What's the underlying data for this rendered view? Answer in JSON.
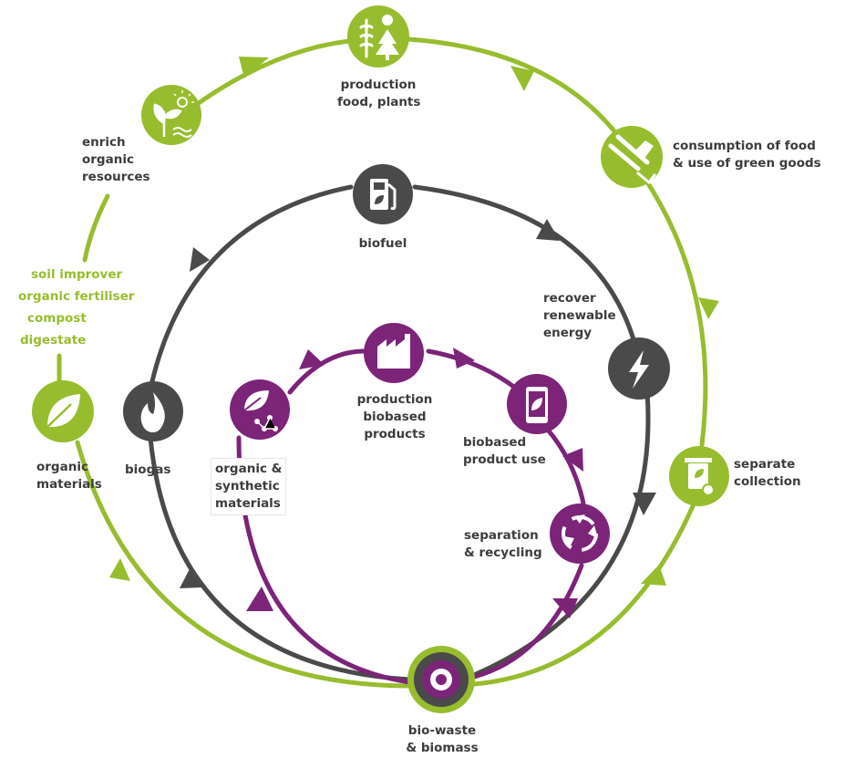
{
  "colors": {
    "green": "#97bd2e",
    "dark": "#4a4a4a",
    "purple": "#7b2478",
    "text": "#3c3c3c"
  },
  "outer_cycle": {
    "production": {
      "icon": "wheat-tree-apple-icon",
      "lines": [
        "production",
        "food, plants"
      ]
    },
    "consumption": {
      "icon": "fork-knife-icon",
      "lines": [
        "consumption of food",
        "& use of green goods"
      ]
    },
    "separate_collection": {
      "icon": "waste-bin-icon",
      "lines": [
        "separate",
        "collection"
      ]
    },
    "organic_materials": {
      "icon": "leaf-icon",
      "lines": [
        "organic",
        "materials"
      ]
    },
    "soil_products": {
      "lines": [
        "soil improver",
        "organic fertiliser",
        "compost",
        "digestate"
      ]
    },
    "enrich": {
      "icon": "plant-sun-icon",
      "lines": [
        "enrich",
        "organic",
        "resources"
      ]
    }
  },
  "middle_cycle": {
    "biofuel": {
      "icon": "fuel-pump-icon",
      "lines": [
        "biofuel"
      ]
    },
    "energy": {
      "icon": "lightning-icon",
      "lines": [
        "recover",
        "renewable",
        "energy"
      ]
    },
    "biogas": {
      "icon": "flame-icon",
      "lines": [
        "biogas"
      ]
    }
  },
  "inner_cycle": {
    "production_biobased": {
      "icon": "factory-icon",
      "lines": [
        "production",
        "biobased",
        "products"
      ]
    },
    "product_use": {
      "icon": "smartphone-icon",
      "lines": [
        "biobased",
        "product use"
      ]
    },
    "recycling": {
      "icon": "recycle-icon",
      "lines": [
        "separation",
        "& recycling"
      ]
    },
    "materials": {
      "icon": "leaf-molecule-icon",
      "lines": [
        "organic &",
        "synthetic",
        "materials"
      ]
    }
  },
  "center": {
    "icon": "target-icon",
    "lines": [
      "bio-waste",
      "& biomass"
    ]
  }
}
